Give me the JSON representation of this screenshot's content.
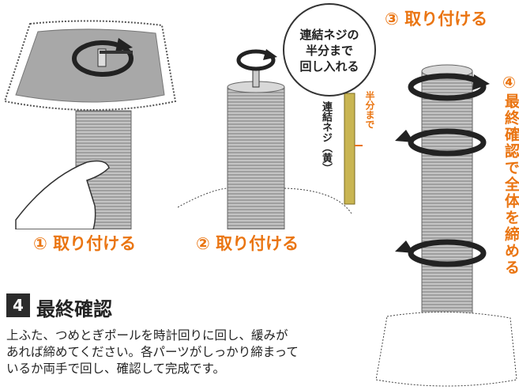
{
  "figure1": {
    "caption": "① 取り付ける"
  },
  "figure2": {
    "caption": "② 取り付ける",
    "callout": [
      "連結ネジの",
      "半分まで",
      "回し入れる"
    ],
    "screw_label": "連結ネジ（黄）",
    "half_label": "半分まで"
  },
  "figure3": {
    "step3_caption": "③ 取り付ける",
    "step4_number": "④",
    "step4_caption": "最終確認で全体を締める"
  },
  "step": {
    "number": "4",
    "title": "最終確認",
    "lines": [
      "上ふた、つめとぎポールを時計回りに回し、緩みが",
      "あれば締めてください。各パーツがしっかり締まって",
      "いるか両手で回し、確認して完成です。"
    ]
  },
  "colors": {
    "accent": "#ea7512",
    "pole": "#9e9e9e",
    "badge": "#2b2b2b",
    "platform": "#a8a8a8"
  }
}
